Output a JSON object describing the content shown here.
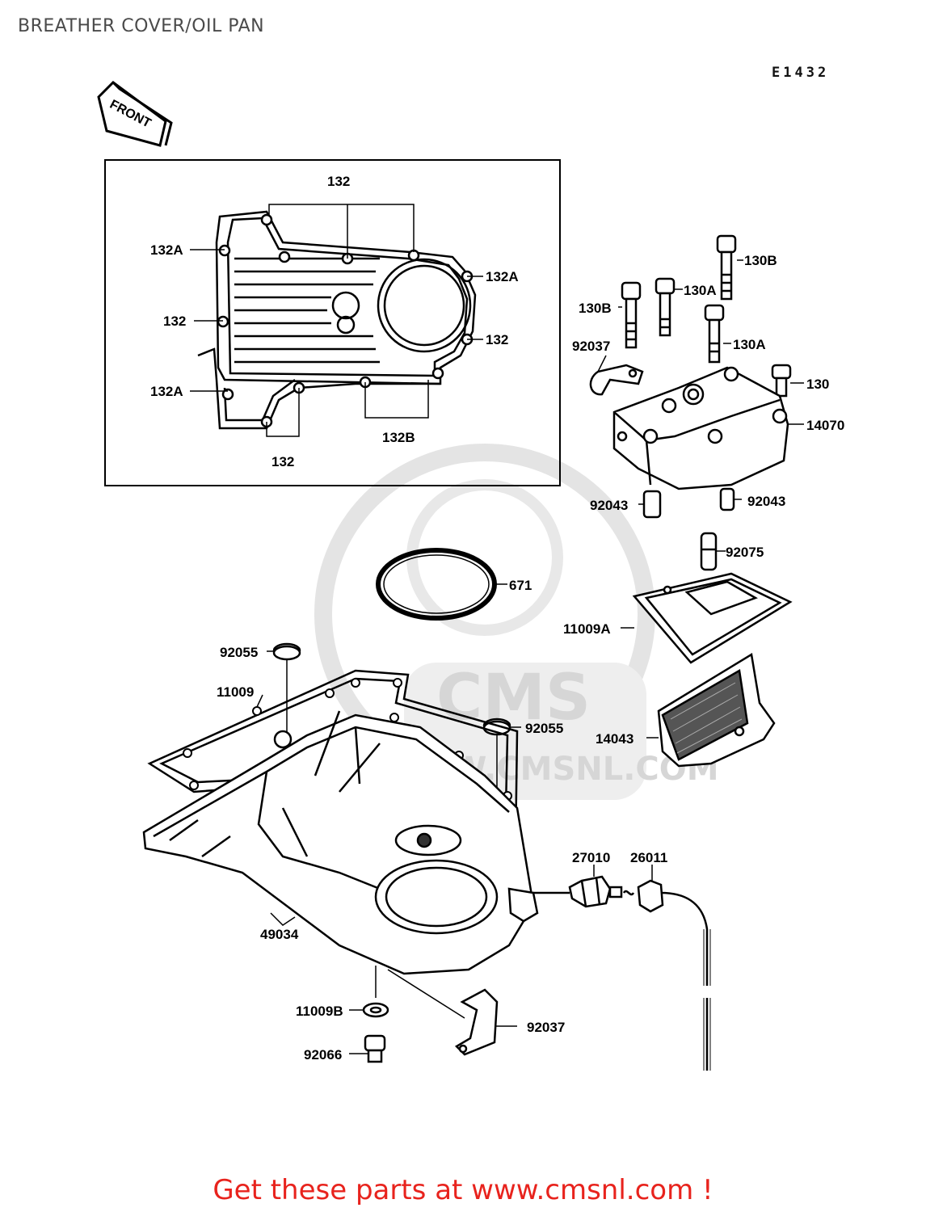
{
  "title": "BREATHER COVER/OIL PAN",
  "diagram_code": "E1432",
  "front_label": "FRONT",
  "watermark": {
    "brand": "CMS",
    "url": "WWW.CMSNL.COM"
  },
  "labels": {
    "l132_top": "132",
    "l132a_left_top": "132A",
    "l132a_right": "132A",
    "l132_left": "132",
    "l132_right": "132",
    "l132a_left_bottom": "132A",
    "l132b": "132B",
    "l132_bottom": "132",
    "l130b_top": "130B",
    "l130a_top": "130A",
    "l130b_left": "130B",
    "l130a_right": "130A",
    "l92037_top": "92037",
    "l130": "130",
    "l14070": "14070",
    "l92043_left": "92043",
    "l92043_right": "92043",
    "l92075": "92075",
    "l671": "671",
    "l11009a": "11009A",
    "l92055_left": "92055",
    "l11009": "11009",
    "l92055_right": "92055",
    "l14043": "14043",
    "l27010": "27010",
    "l26011": "26011",
    "l49034": "49034",
    "l11009b": "11009B",
    "l92037_bottom": "92037",
    "l92066": "92066"
  },
  "cta": "Get these parts at www.cmsnl.com !"
}
